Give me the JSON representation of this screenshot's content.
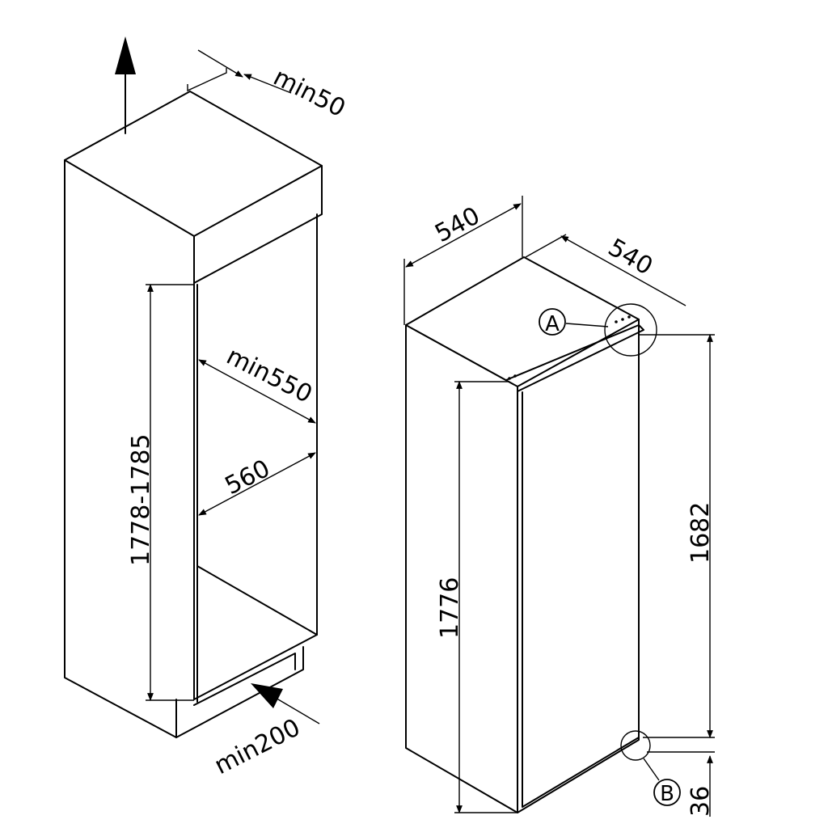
{
  "cabinet": {
    "dim_top_gap": "min50",
    "dim_height": "1778-1785",
    "dim_depth": "min550",
    "dim_width": "560",
    "dim_bottom_vent": "min200"
  },
  "appliance": {
    "dim_width": "540",
    "dim_depth": "540",
    "dim_total_height": "1776",
    "dim_door_height": "1682",
    "dim_bottom": "36",
    "marker_a": "A",
    "marker_b": "B"
  }
}
